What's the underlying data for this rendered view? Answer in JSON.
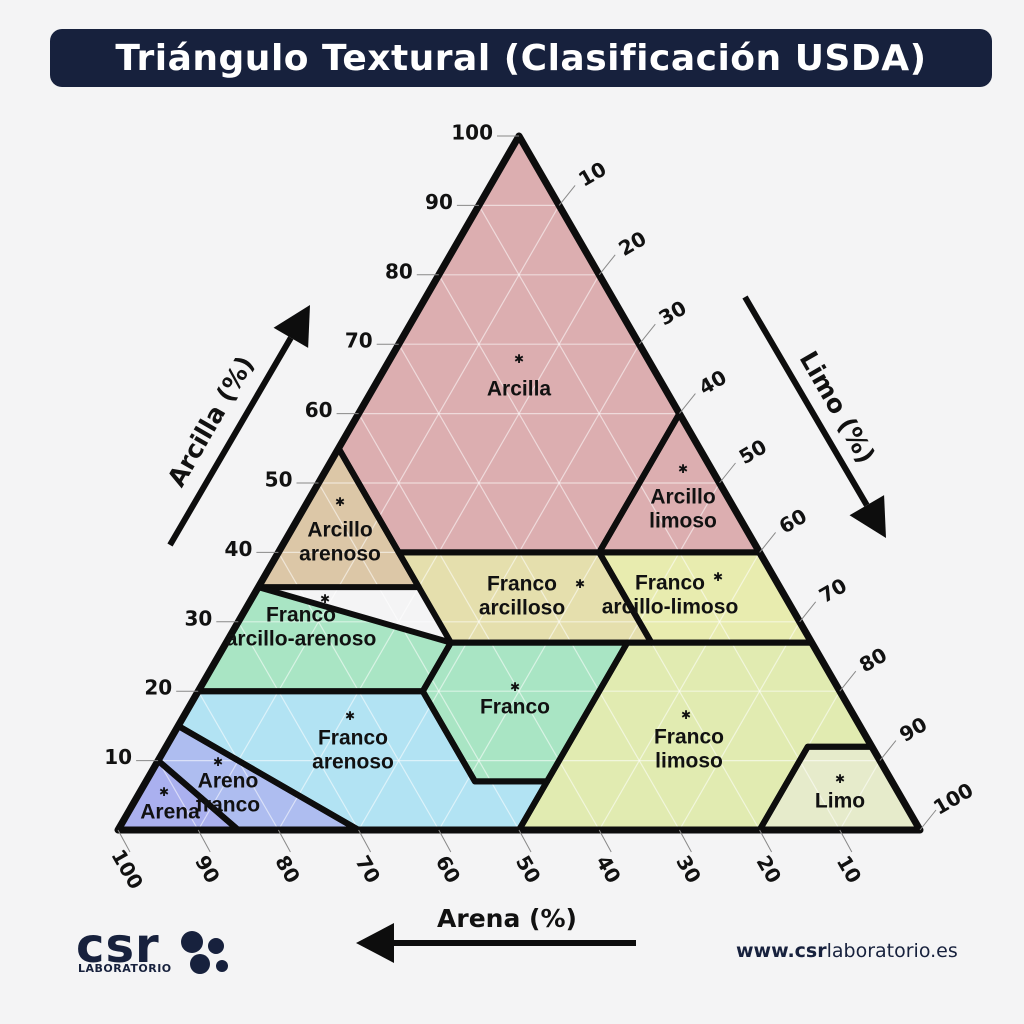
{
  "title": "Triángulo Textural (Clasificación USDA)",
  "axes": {
    "clay": {
      "label": "Arcilla (%)",
      "ticks": [
        "10",
        "20",
        "30",
        "40",
        "50",
        "60",
        "70",
        "80",
        "90",
        "100"
      ]
    },
    "silt": {
      "label": "Limo (%)",
      "ticks": [
        "10",
        "20",
        "30",
        "40",
        "50",
        "60",
        "70",
        "80",
        "90",
        "100"
      ]
    },
    "sand": {
      "label": "Arena (%)",
      "ticks": [
        "100",
        "90",
        "80",
        "70",
        "60",
        "50",
        "40",
        "30",
        "20",
        "10"
      ]
    }
  },
  "zones": [
    {
      "key": "arcilla",
      "label": [
        "Arcilla"
      ],
      "color": "#dcaeb0",
      "polygon": [
        [
          100,
          0,
          0
        ],
        [
          55,
          45,
          0
        ],
        [
          40,
          45,
          15
        ],
        [
          40,
          20,
          40
        ],
        [
          60,
          0,
          40
        ]
      ]
    },
    {
      "key": "arcillo_limoso",
      "label": [
        "Arcillo",
        "limoso"
      ],
      "color": "#dcaeb0",
      "polygon": [
        [
          60,
          0,
          40
        ],
        [
          40,
          20,
          40
        ],
        [
          40,
          0,
          60
        ]
      ]
    },
    {
      "key": "arcillo_arenoso",
      "label": [
        "Arcillo",
        "arenoso"
      ],
      "color": "#dcc7a7",
      "polygon": [
        [
          55,
          45,
          0
        ],
        [
          35,
          65,
          0
        ],
        [
          35,
          45,
          20
        ]
      ]
    },
    {
      "key": "franco_arcilloso",
      "label": [
        "Franco",
        "arcilloso"
      ],
      "color": "#e5dfad",
      "polygon": [
        [
          40,
          45,
          15
        ],
        [
          40,
          20,
          40
        ],
        [
          27,
          20,
          53
        ],
        [
          27,
          45,
          28
        ]
      ]
    },
    {
      "key": "franco_arcillo_limoso",
      "label": [
        "Franco",
        "arcillo-limoso"
      ],
      "color": "#e8ecaf",
      "polygon": [
        [
          40,
          20,
          40
        ],
        [
          40,
          0,
          60
        ],
        [
          27,
          0,
          73
        ],
        [
          27,
          20,
          53
        ]
      ]
    },
    {
      "key": "franco_arcillo_arenoso",
      "label": [
        "Franco",
        "arcillo-arenoso"
      ],
      "color": "#a9e5c4",
      "polygon": [
        [
          35,
          65,
          0
        ],
        [
          20,
          80,
          0
        ],
        [
          20,
          52,
          28
        ],
        [
          27,
          45,
          28
        ]
      ]
    },
    {
      "key": "franco",
      "label": [
        "Franco"
      ],
      "color": "#a9e5c4",
      "polygon": [
        [
          27,
          45,
          28
        ],
        [
          27,
          23,
          50
        ],
        [
          7,
          43,
          50
        ],
        [
          7,
          52,
          41
        ],
        [
          20,
          52,
          28
        ]
      ]
    },
    {
      "key": "franco_limoso",
      "label": [
        "Franco",
        "limoso"
      ],
      "color": "#e1ebb1",
      "polygon": [
        [
          27,
          23,
          50
        ],
        [
          27,
          0,
          73
        ],
        [
          12,
          0,
          88
        ],
        [
          12,
          8,
          80
        ],
        [
          0,
          20,
          80
        ],
        [
          0,
          50,
          50
        ],
        [
          7,
          43,
          50
        ]
      ]
    },
    {
      "key": "limo",
      "label": [
        "Limo"
      ],
      "color": "#e6ebcb",
      "polygon": [
        [
          12,
          0,
          88
        ],
        [
          0,
          0,
          100
        ],
        [
          0,
          20,
          80
        ],
        [
          12,
          8,
          80
        ]
      ]
    },
    {
      "key": "franco_arenoso",
      "label": [
        "Franco",
        "arenoso"
      ],
      "color": "#b2e3f3",
      "polygon": [
        [
          20,
          80,
          0
        ],
        [
          15,
          85,
          0
        ],
        [
          0,
          70,
          30
        ],
        [
          0,
          50,
          50
        ],
        [
          7,
          43,
          50
        ],
        [
          7,
          52,
          41
        ],
        [
          20,
          52,
          28
        ]
      ]
    },
    {
      "key": "areno_franco",
      "label": [
        "Areno",
        "franco"
      ],
      "color": "#aebdf0",
      "polygon": [
        [
          15,
          85,
          0
        ],
        [
          10,
          90,
          0
        ],
        [
          0,
          85,
          15
        ],
        [
          0,
          70,
          30
        ]
      ]
    },
    {
      "key": "arena",
      "label": [
        "Arena"
      ],
      "color": "#aab0ef",
      "polygon": [
        [
          10,
          90,
          0
        ],
        [
          0,
          100,
          0
        ],
        [
          0,
          85,
          15
        ]
      ]
    }
  ],
  "website": {
    "bold": "www.csr",
    "normal": "laboratorio.es"
  },
  "logo": {
    "text": "csr",
    "subtext": "LABORATORIO"
  }
}
